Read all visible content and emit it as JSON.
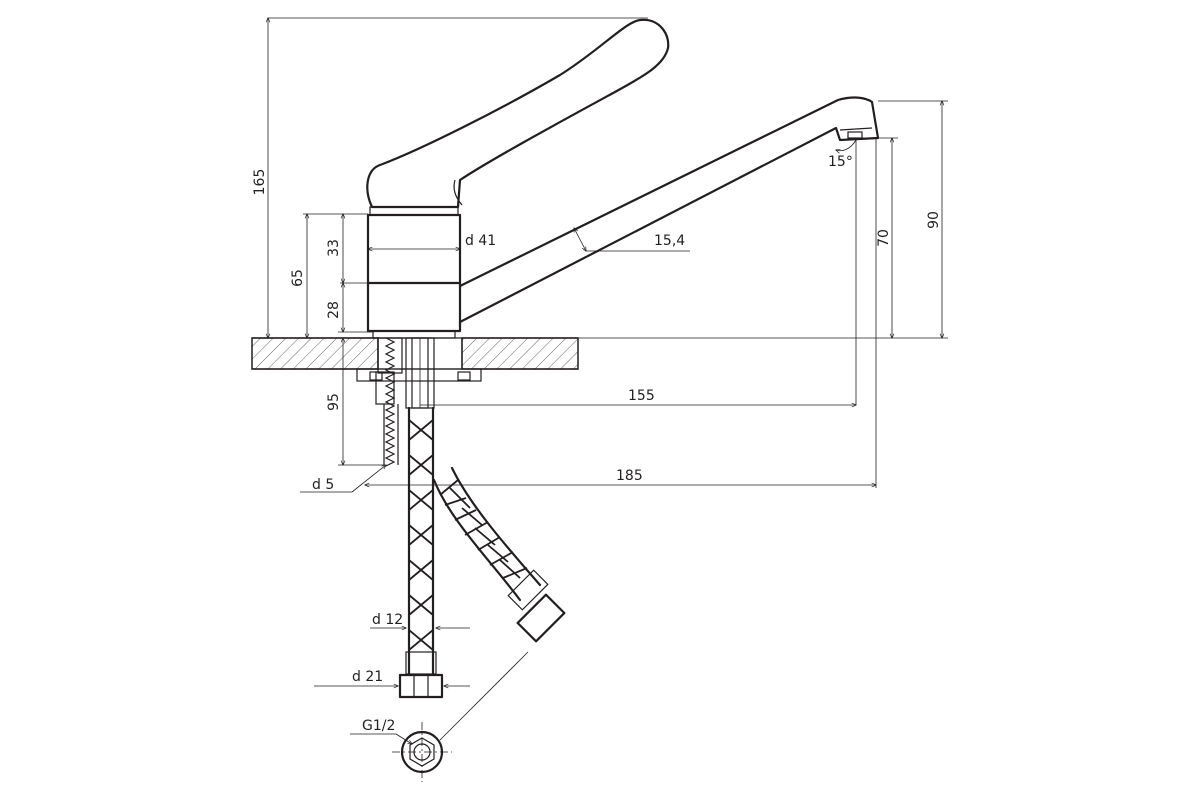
{
  "dimensions": {
    "total_height": "165",
    "body_height": "65",
    "body_upper": "33",
    "body_lower": "28",
    "body_diameter": "d 41",
    "spout_diameter": "15,4",
    "spout_angle": "15°",
    "outlet_height_upper": "90",
    "outlet_height_lower": "70",
    "stud_length": "95",
    "stud_diameter": "d 5",
    "reach_short": "155",
    "reach_long": "185",
    "hose_diameter": "d 12",
    "nut_diameter": "d 21",
    "thread": "G1/2"
  }
}
